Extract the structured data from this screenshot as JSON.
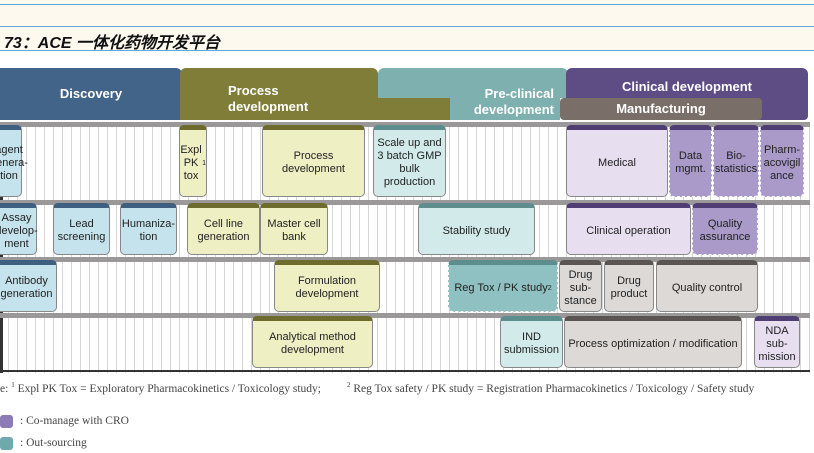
{
  "title": "73：ACE 一体化药物开发平台",
  "phases": {
    "discovery": "Discovery",
    "process": "Process development",
    "preclinical": "Pre-clinical development",
    "clinical": "Clinical development",
    "manufacturing": "Manufacturing"
  },
  "row1": [
    "agent genera- tion",
    "Expl PK tox",
    "1",
    "Process development",
    "Scale up and 3 batch GMP bulk production",
    "Medical",
    "Data mgmt.",
    "Bio- statistics",
    "Pharm- acovigil ance"
  ],
  "row2": [
    "Assay develop- ment",
    "Lead screening",
    "Humaniza- tion",
    "Cell line generation",
    "Master cell bank",
    "Stability study",
    "Clinical operation",
    "Quality assurance"
  ],
  "row3": [
    "Antibody generation",
    "Formulation development",
    "Reg Tox / PK study",
    "2",
    "Drug sub- stance",
    "Drug product",
    "Quality control"
  ],
  "row4": [
    "Analytical method development",
    "IND submission",
    "Process optimization  / modification",
    "NDA sub- mission"
  ],
  "footnote": {
    "prefix": "e: ",
    "n1": "1",
    "text1": " Expl PK Tox = Exploratory Pharmacokinetics / Toxicology study;",
    "n2": "2",
    "text2": " Reg Tox safety / PK study = Registration Pharmacokinetics / Toxicology / Safety study"
  },
  "legend": [
    {
      "label": ": Co-manage with CRO",
      "color": "#8c7bb4"
    },
    {
      "label": ": Out-sourcing",
      "color": "#6fa9ac"
    }
  ]
}
